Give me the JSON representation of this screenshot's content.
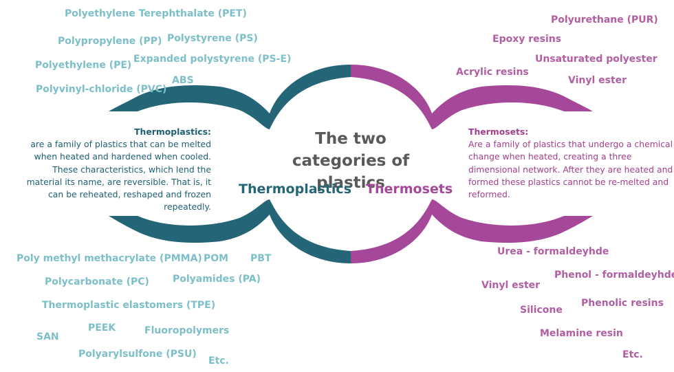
{
  "title": "The two categories of plastics",
  "colors": {
    "thermoplastics_dark": "#256578",
    "thermoplastics_light": "#7cbfc8",
    "thermosets_dark": "#a5489a",
    "thermosets_light": "#b25ea3",
    "title": "#595959"
  },
  "thermoplastics": {
    "label": "Thermoplastics",
    "heading": "Thermoplastics:",
    "description": "are a family of plastics that can be melted when heated and hardened when cooled. These characteristics, which lend the material its name, are reversible. That is, it can be reheated, reshaped and frozen repeatedly.",
    "examples_top": [
      "Polyethylene Terephthalate (PET)",
      "Polypropylene (PP)",
      "Polystyrene (PS)",
      "Expanded polystyrene (PS-E)",
      "Polyethylene (PE)",
      "ABS",
      "Polyvinyl-chloride (PVC)"
    ],
    "examples_bottom": [
      "Poly methyl methacrylate (PMMA)",
      "POM",
      "PBT",
      "Polycarbonate (PC)",
      "Polyamides (PA)",
      "Thermoplastic elastomers (TPE)",
      "PEEK",
      "Fluoropolymers",
      "SAN",
      "Polyarylsulfone (PSU)",
      "Etc."
    ]
  },
  "thermosets": {
    "label": "Thermosets",
    "heading": "Thermosets:",
    "description": "Are a family of plastics that undergo a chemical change when heated, creating a three dimensional network. After they are heated and formed these plastics cannot be re-melted and reformed.",
    "examples_top": [
      "Polyurethane (PUR)",
      "Epoxy resins",
      "Unsaturated polyester",
      "Acrylic resins",
      "Vinyl ester"
    ],
    "examples_bottom": [
      "Urea - formaldeyhde",
      "Phenol - formaldeyhde",
      "Vinyl ester",
      "Phenolic resins",
      "Silicone",
      "Melamine resin",
      "Etc."
    ]
  }
}
